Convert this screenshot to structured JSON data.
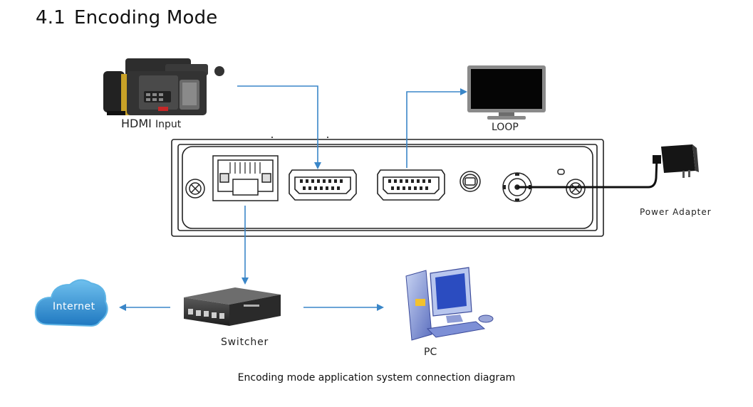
{
  "section": {
    "number": "4.1",
    "title": "Encoding Mode"
  },
  "labels": {
    "hdmi_input_main": "HDMI",
    "hdmi_input_sub": "Input",
    "loop": "LOOP",
    "power_adapter": "Power Adapter",
    "internet": "Internet",
    "switcher": "Switcher",
    "pc": "PC"
  },
  "caption": "Encoding mode application system connection diagram",
  "colors": {
    "arrow": "#3a86c8",
    "device_outline": "#222222",
    "cloud": "#2f8fd0"
  }
}
